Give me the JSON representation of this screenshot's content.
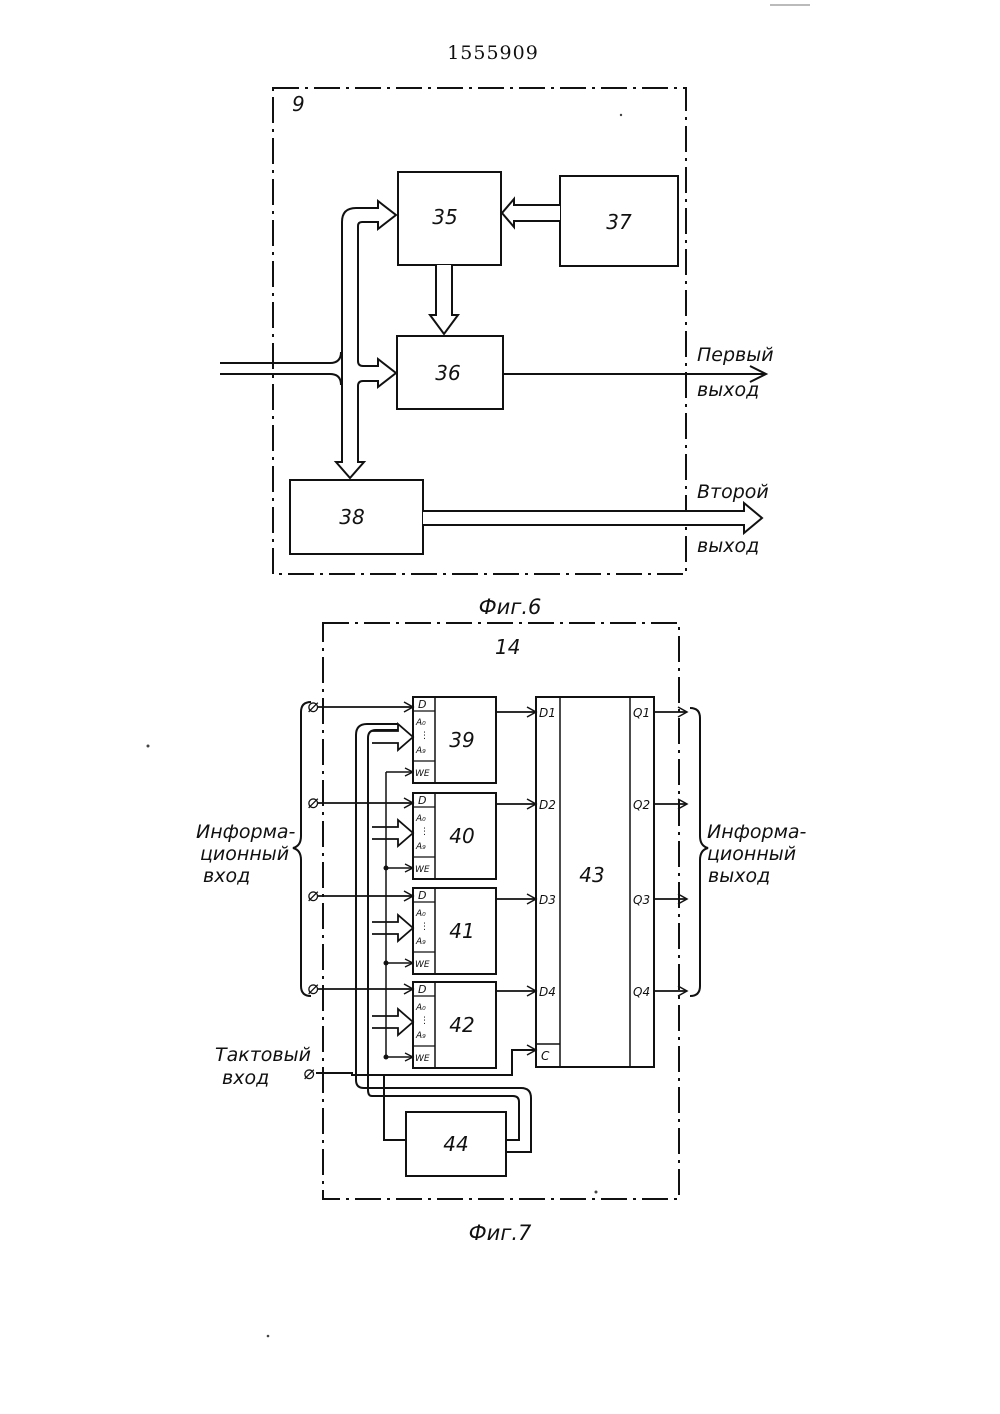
{
  "header": {
    "patent_number": "1555909"
  },
  "fig6": {
    "frame_label": "9",
    "blocks": {
      "b35": "35",
      "b36": "36",
      "b37": "37",
      "b38": "38"
    },
    "output1": {
      "line1": "Первый",
      "line2": "выход"
    },
    "output2": {
      "line1": "Второй",
      "line2": "выход"
    },
    "caption": "Фиг.6"
  },
  "fig7": {
    "frame_label": "14",
    "memory_blocks": [
      "39",
      "40",
      "41",
      "42"
    ],
    "pins": {
      "d": "D",
      "a0": "A₀",
      "dots": "⋮",
      "a9": "A₉",
      "we": "W",
      "we_sub": "E"
    },
    "register": {
      "label": "43",
      "inputs": [
        "D1",
        "D2",
        "D3",
        "D4"
      ],
      "clock": "C",
      "outputs": [
        "Q1",
        "Q2",
        "Q3",
        "Q4"
      ]
    },
    "counter": "44",
    "info_input": {
      "line1": "Информа-",
      "line2": "ционный",
      "line3": "вход"
    },
    "info_output": {
      "line1": "Информа-",
      "line2": "ционный",
      "line3": "выход"
    },
    "clock_input": {
      "line1": "Тактовый",
      "line2": "вход"
    },
    "caption": "Фиг.7"
  }
}
